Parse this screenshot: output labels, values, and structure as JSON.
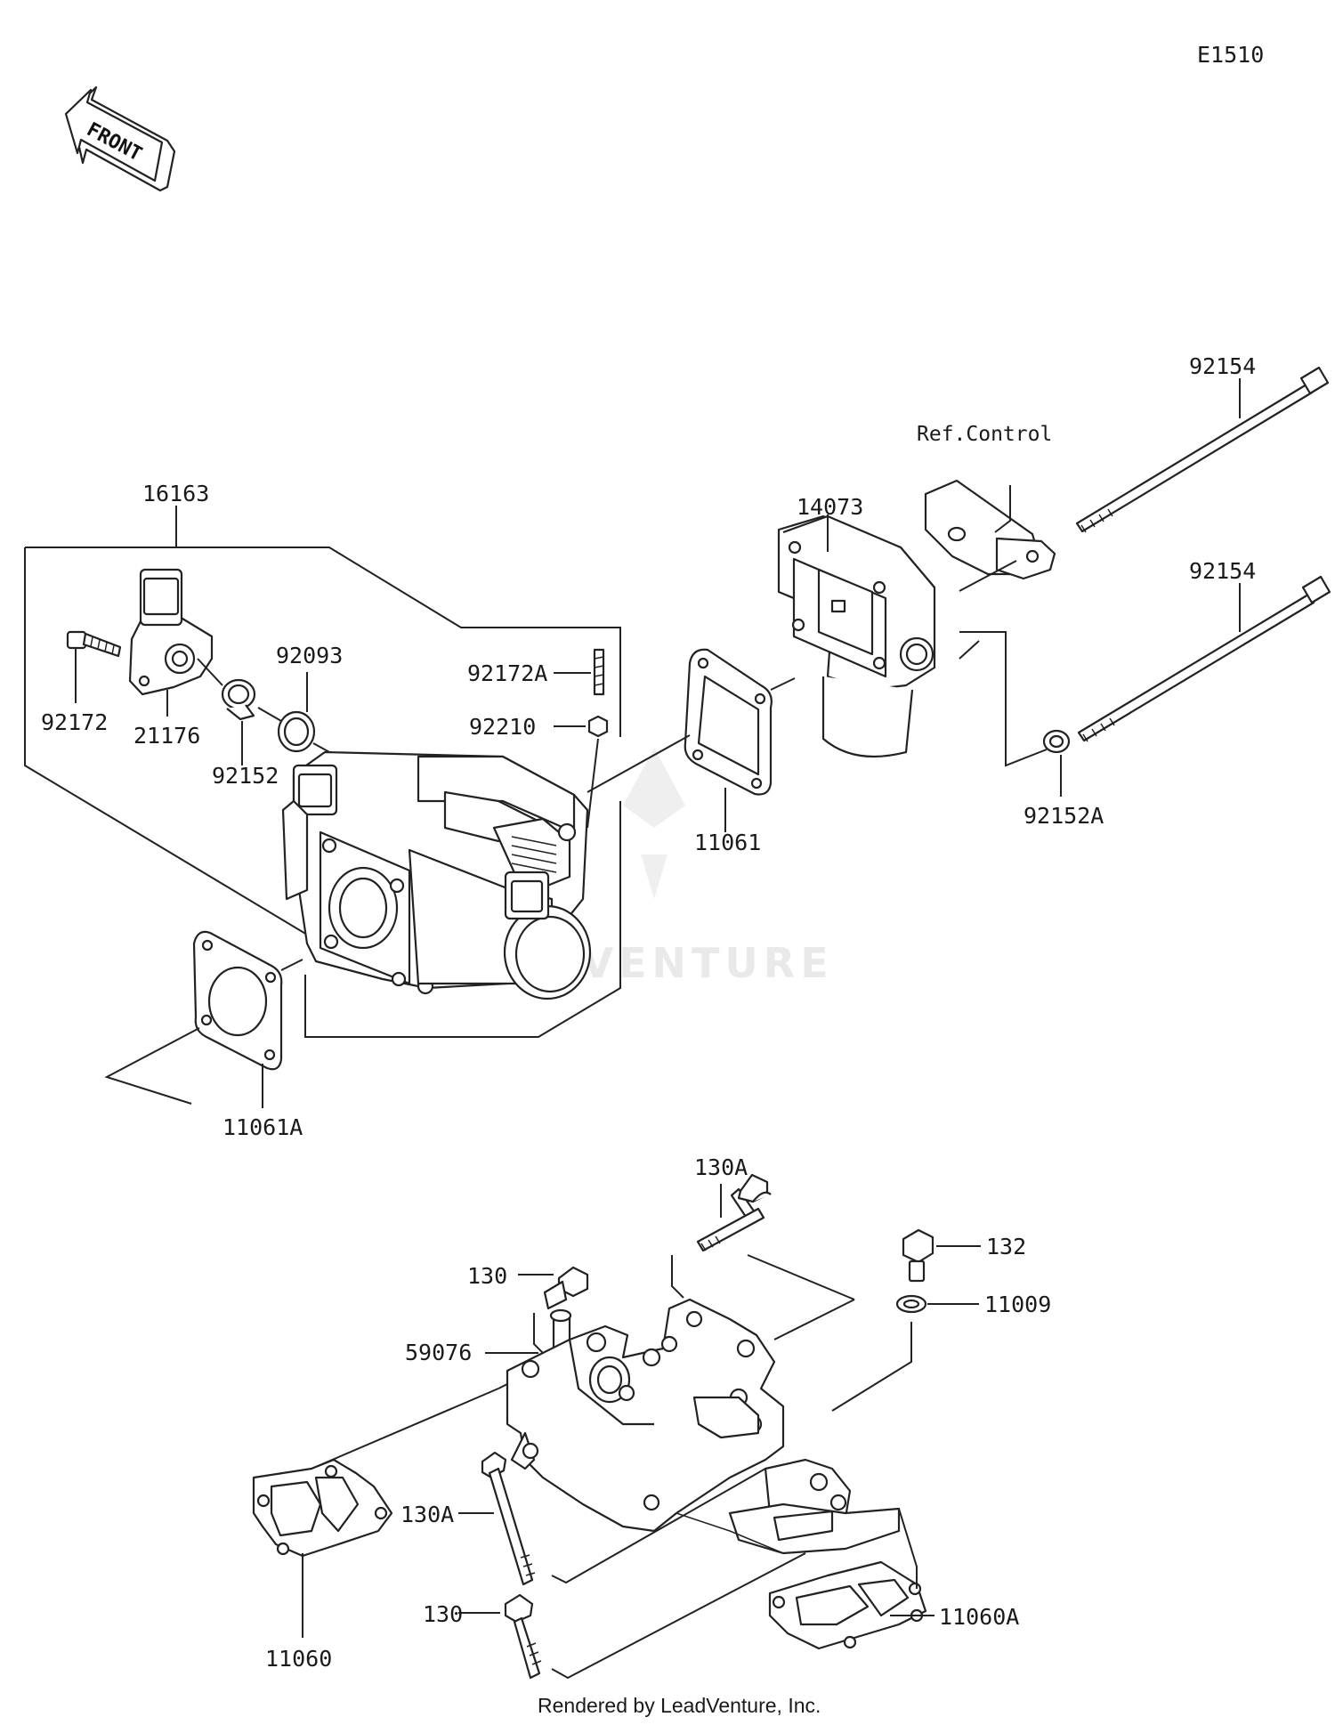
{
  "diagram_code": "E1510",
  "front_arrow_text": "FRONT",
  "ref_note": "Ref.Control",
  "watermark": "LEADVENTURE",
  "footer": "Rendered by LeadVenture, Inc.",
  "labels": {
    "p16163": "16163",
    "p92172": "92172",
    "p21176": "21176",
    "p92152": "92152",
    "p92093": "92093",
    "p92172A": "92172A",
    "p92210": "92210",
    "p11061": "11061",
    "p14073": "14073",
    "p92154a": "92154",
    "p92154b": "92154",
    "p92152A": "92152A",
    "p11061A": "11061A",
    "p130A_top": "130A",
    "p130_top": "130",
    "p59076": "59076",
    "p132": "132",
    "p11009": "11009",
    "p130A_bot": "130A",
    "p130_bot": "130",
    "p11060": "11060",
    "p11060A": "11060A"
  }
}
